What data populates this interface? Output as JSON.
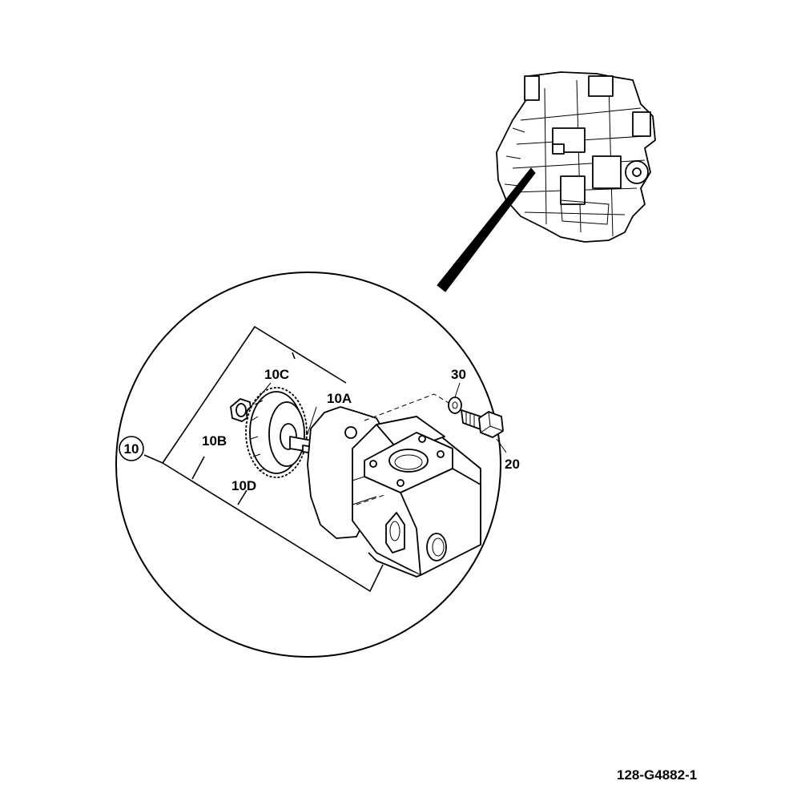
{
  "figure_code": "128-G4882-1",
  "callouts": {
    "assembly": "10",
    "gear_shaft_end": "10C",
    "key": "10A",
    "nut": "10B",
    "gear": "10D",
    "bolt": "20",
    "washer": "30"
  }
}
